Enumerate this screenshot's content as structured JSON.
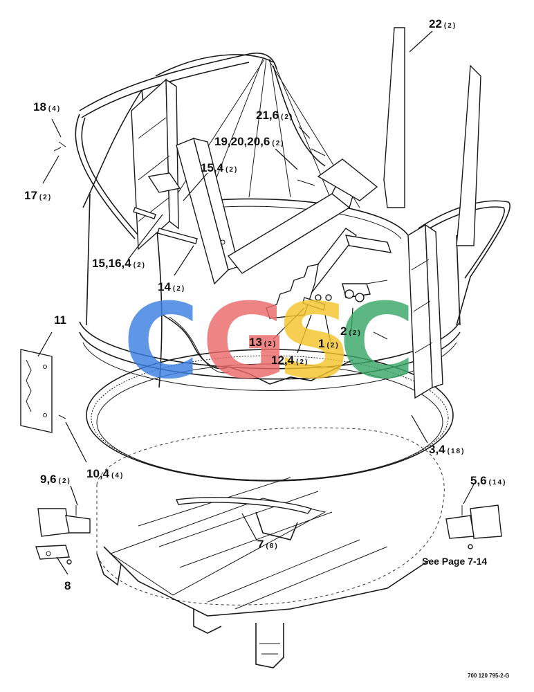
{
  "callouts": {
    "c22": {
      "num": "22",
      "qty": "(2)"
    },
    "c18": {
      "num": "18",
      "qty": "(4)"
    },
    "c17": {
      "num": "17",
      "qty": "(2)"
    },
    "c21_6": {
      "num": "21,6",
      "qty": "(2)"
    },
    "c19_20": {
      "num": "19,20,20,6",
      "qty": "(2)"
    },
    "c15_4": {
      "num": "15,4",
      "qty": "(2)"
    },
    "c15_16": {
      "num": "15,16,4",
      "qty": "(2)"
    },
    "c14": {
      "num": "14",
      "qty": "(2)"
    },
    "c11": {
      "num": "11",
      "qty": ""
    },
    "c13": {
      "num": "13",
      "qty": "(2)"
    },
    "c2": {
      "num": "2",
      "qty": "(2)"
    },
    "c1": {
      "num": "1",
      "qty": "(2)"
    },
    "c12_4": {
      "num": "12,4",
      "qty": "(2)"
    },
    "c3_4": {
      "num": "3,4",
      "qty": "(18)"
    },
    "c10_4": {
      "num": "10,4",
      "qty": "(4)"
    },
    "c9_6": {
      "num": "9,6",
      "qty": "(2)"
    },
    "c5_6": {
      "num": "5,6",
      "qty": "(14)"
    },
    "c7": {
      "num": "7",
      "qty": "(8)"
    },
    "c8": {
      "num": "8",
      "qty": ""
    }
  },
  "see_page": "See Page 7-14",
  "drawing_number": "700 120 795-2-G",
  "watermark": {
    "letters": [
      "C",
      "G",
      "S",
      "C"
    ],
    "colors": [
      "#3d7fe0",
      "#ec6a6a",
      "#f5c42c",
      "#3aa868"
    ]
  }
}
